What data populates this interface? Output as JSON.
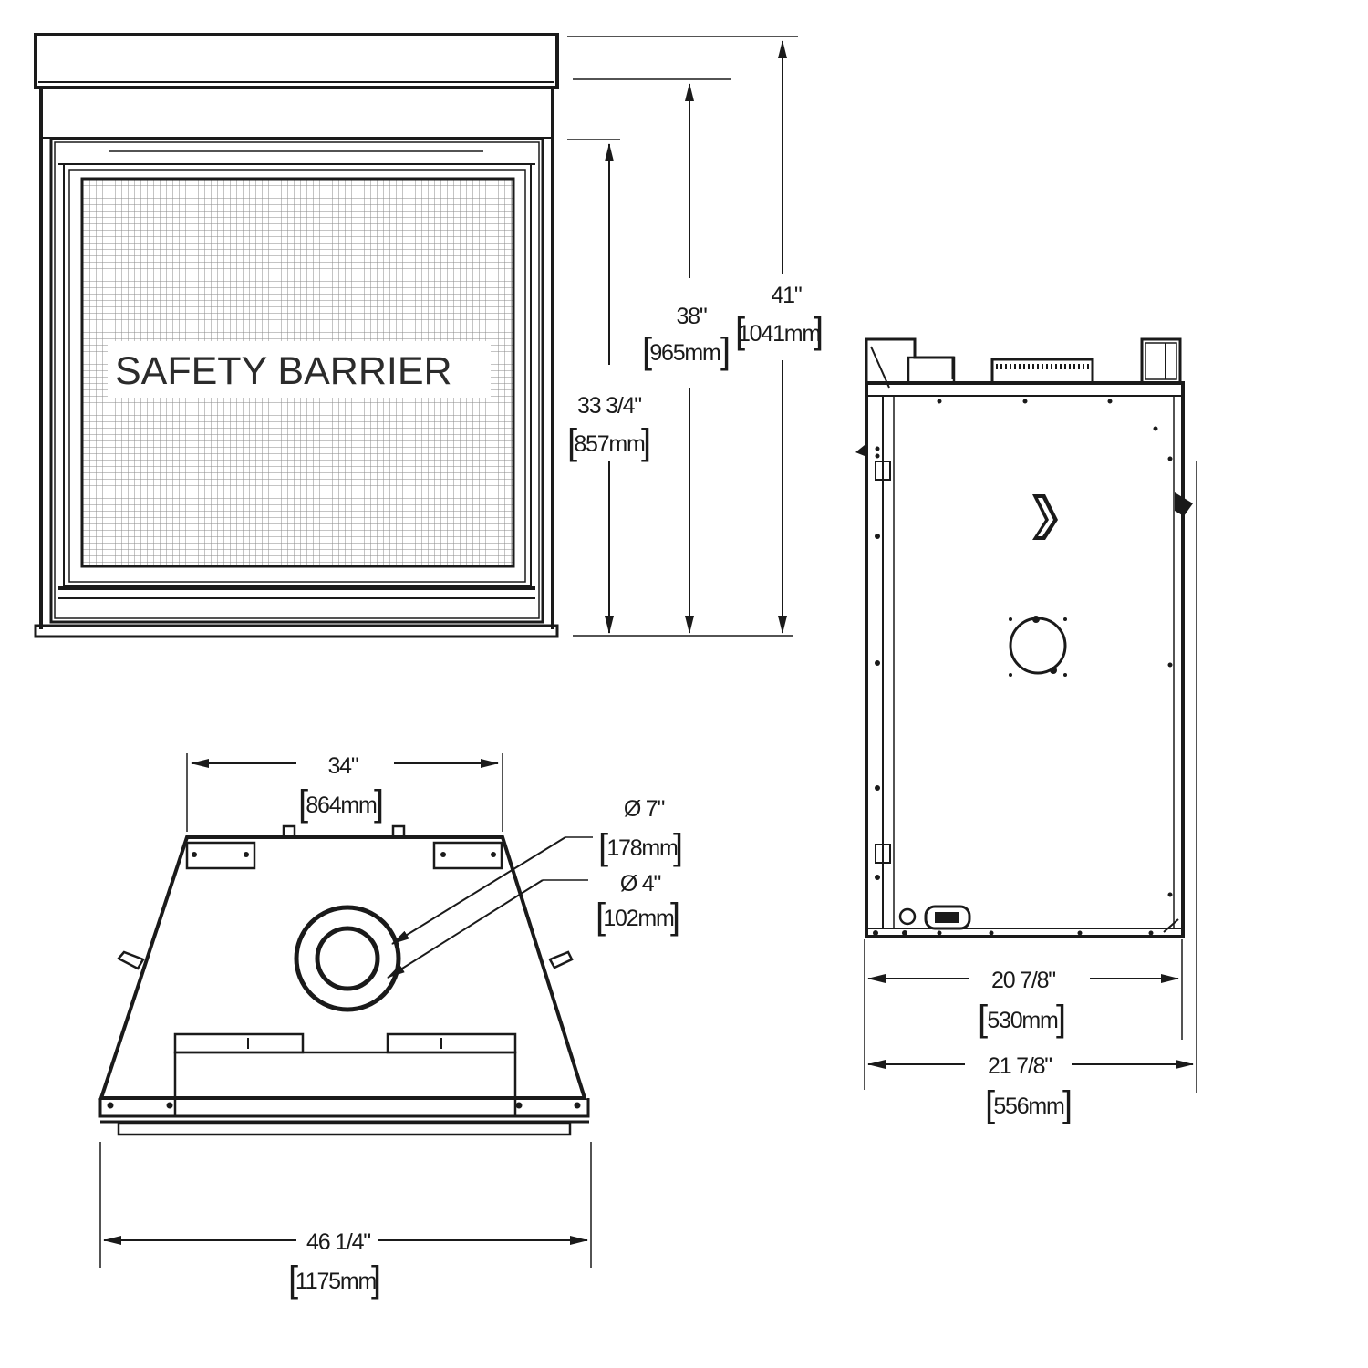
{
  "front_view": {
    "barrier_label": "SAFETY BARRIER"
  },
  "dimensions": {
    "h_857": {
      "imperial": "33 3/4\"",
      "metric": "857mm"
    },
    "h_965": {
      "imperial": "38\"",
      "metric": "965mm"
    },
    "h_1041": {
      "imperial": "41\"",
      "metric": "1041mm"
    },
    "w_864": {
      "imperial": "34\"",
      "metric": "864mm"
    },
    "w_1175": {
      "imperial": "46 1/4\"",
      "metric": "1175mm"
    },
    "dia_7": {
      "imperial": "Ø 7\"",
      "metric": "178mm"
    },
    "dia_4": {
      "imperial": "Ø 4\"",
      "metric": "102mm"
    },
    "d_530": {
      "imperial": "20 7/8\"",
      "metric": "530mm"
    },
    "d_556": {
      "imperial": "21 7/8\"",
      "metric": "556mm"
    }
  },
  "colors": {
    "line": "#1a1a1a",
    "background": "#ffffff"
  }
}
